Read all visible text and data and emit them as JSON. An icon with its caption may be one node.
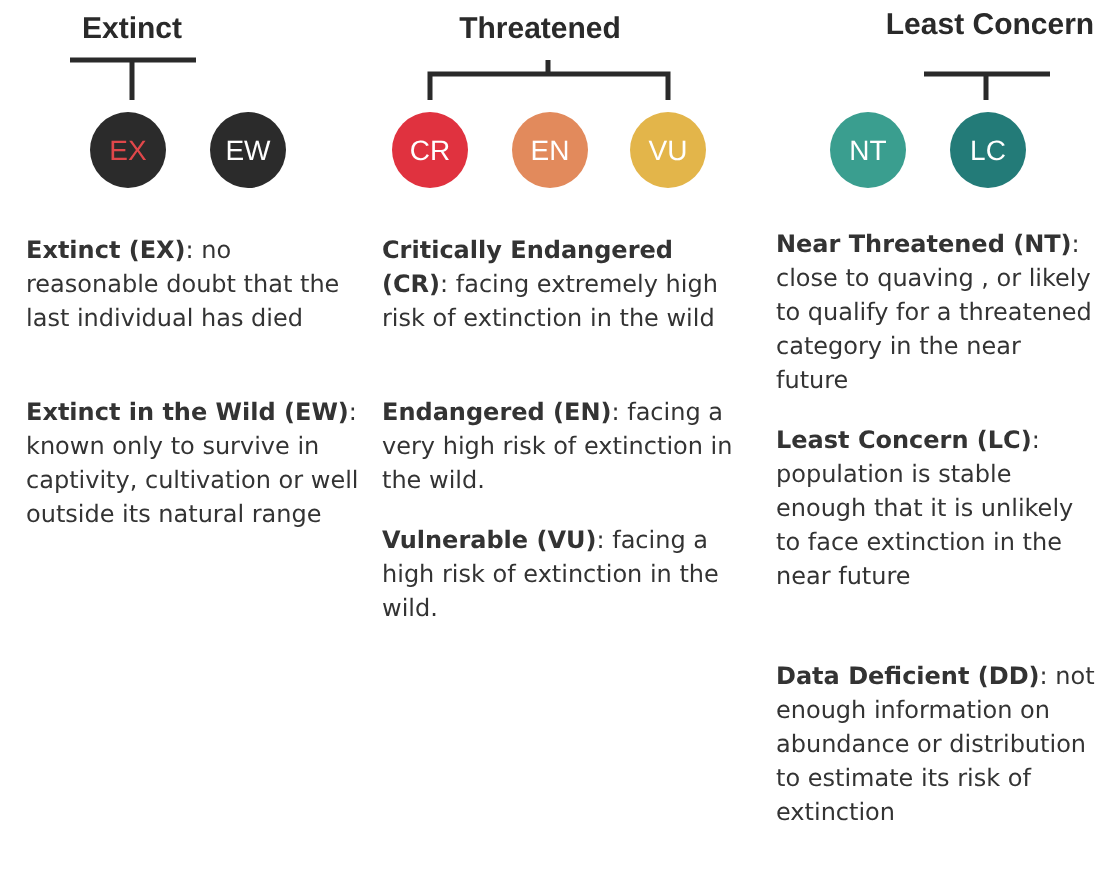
{
  "diagram": {
    "nodes": [
      {
        "text": [
          "EX"
        ]
      },
      {
        "text": [
          "EW"
        ]
      },
      {
        "text": [
          "CR"
        ]
      },
      {
        "text": [
          "EN"
        ]
      },
      {
        "text": [
          "VU"
        ]
      },
      {
        "text": [
          "NT"
        ]
      },
      {
        "text": [
          "LC"
        ]
      }
    ],
    "labels": [
      "Extinct",
      "Threatened",
      "Least Concern",
      "**Extinct (EX)**: no reasonable doubt that the last individual has died",
      "**Extinct in the Wild (EW)**: known only to survive in captivity, cultivation or well outside its natural range",
      "**Critically Endangered (CR)**: facing extremely high risk of extinction in the wild",
      "**Endangered (EN)**: facing a very high risk of extinction in the wild.",
      "**Vulnerable (VU)**: facing a high risk of extinction in the wild.",
      "**Near Threatened (NT)**: close to quaving , or likely to qualify for a threatened category in the near future",
      "**Least Concern (LC)**: population is stable enough that it is unlikely to face extinction in the near future",
      "**Data Deficient (DD)**: not enough information on abundance or distribution to estimate its risk of extinction"
    ]
  }
}
